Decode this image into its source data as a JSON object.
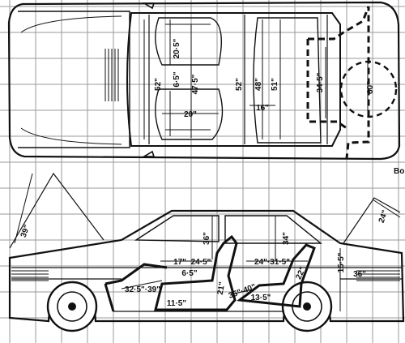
{
  "diagram": {
    "corner_label": "Bo",
    "top_view": {
      "dims": {
        "d_20_5": "20·5\"",
        "d_6_5": "6·5\"",
        "d_47_5": "47·5\"",
        "d_52_left": "52\"",
        "d_52_right": "52\"",
        "d_48": "48\"",
        "d_51": "51\"",
        "d_20": "20\"",
        "d_16": "16\"",
        "d_34_5": "34·5\"",
        "d_60": "60\""
      }
    },
    "side_view": {
      "dims": {
        "d_39_left": "39\"",
        "d_24_right": "24\"",
        "d_17": "17\"",
        "d_24_5": "24·5\"",
        "d_36_seat": "36\"",
        "d_34": "34\"",
        "d_24_31_5": "24\"·31·5\"",
        "d_15_5": "15·5\"",
        "d_36_boot": "36\"",
        "d_6_5": "6·5\"",
        "d_21": "21\"",
        "d_22": "22\"",
        "d_32_5_39": "32·5\"·39\"",
        "d_35_40": "35\"·40\"",
        "d_11_5": "11·5\"",
        "d_13_5": "13·5\""
      }
    }
  }
}
